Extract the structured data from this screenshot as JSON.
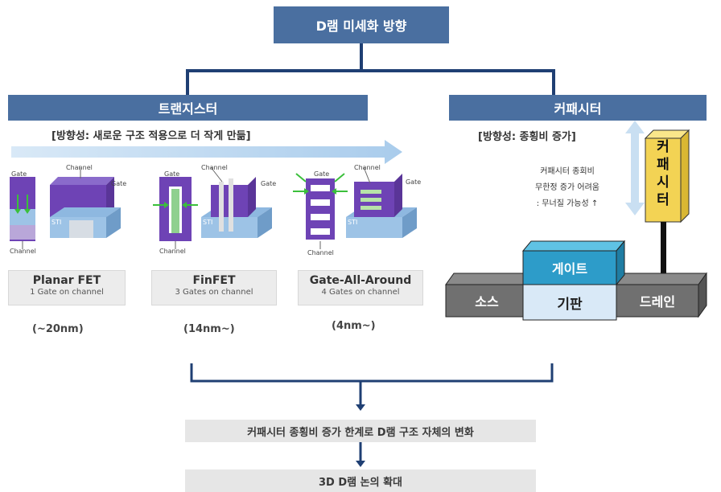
{
  "title": "D램 미세화 방향",
  "left": {
    "header": "트랜지스터",
    "direction": "[방향성: 새로운 구조 적용으로 더 작게 만듦]",
    "diagram_labels": {
      "gate": "Gate",
      "channel": "Channel",
      "sti": "STI"
    },
    "cards": [
      {
        "name": "Planar FET",
        "sub": "1 Gate on channel",
        "node": "(~20nm)"
      },
      {
        "name": "FinFET",
        "sub": "3 Gates on channel",
        "node": "(14nm~)"
      },
      {
        "name": "Gate-All-Around",
        "sub": "4 Gates on channel",
        "node": "(4nm~)"
      }
    ]
  },
  "right": {
    "header": "커패시터",
    "direction": "[방향성: 종횡비 증가]",
    "note": [
      "커패시터 종회비",
      "무한정 증가 어려움",
      ": 무너질 가능성 ↑"
    ],
    "capacitor_chars": [
      "커",
      "패",
      "시",
      "터"
    ],
    "gate": "게이트",
    "source": "소스",
    "substrate": "기판",
    "drain": "드레인"
  },
  "conclusion1": "커패시터 종횡비 증가 한계로 D램 구조 자체의 변화",
  "conclusion2": "3D D램 논의 확대",
  "colors": {
    "navy": "#4a6fa0",
    "lightblue": "#9dc3e6",
    "purple": "#6e43b5",
    "teal": "#2d9cc9",
    "gold": "#f3d354",
    "slate": "#707070"
  }
}
